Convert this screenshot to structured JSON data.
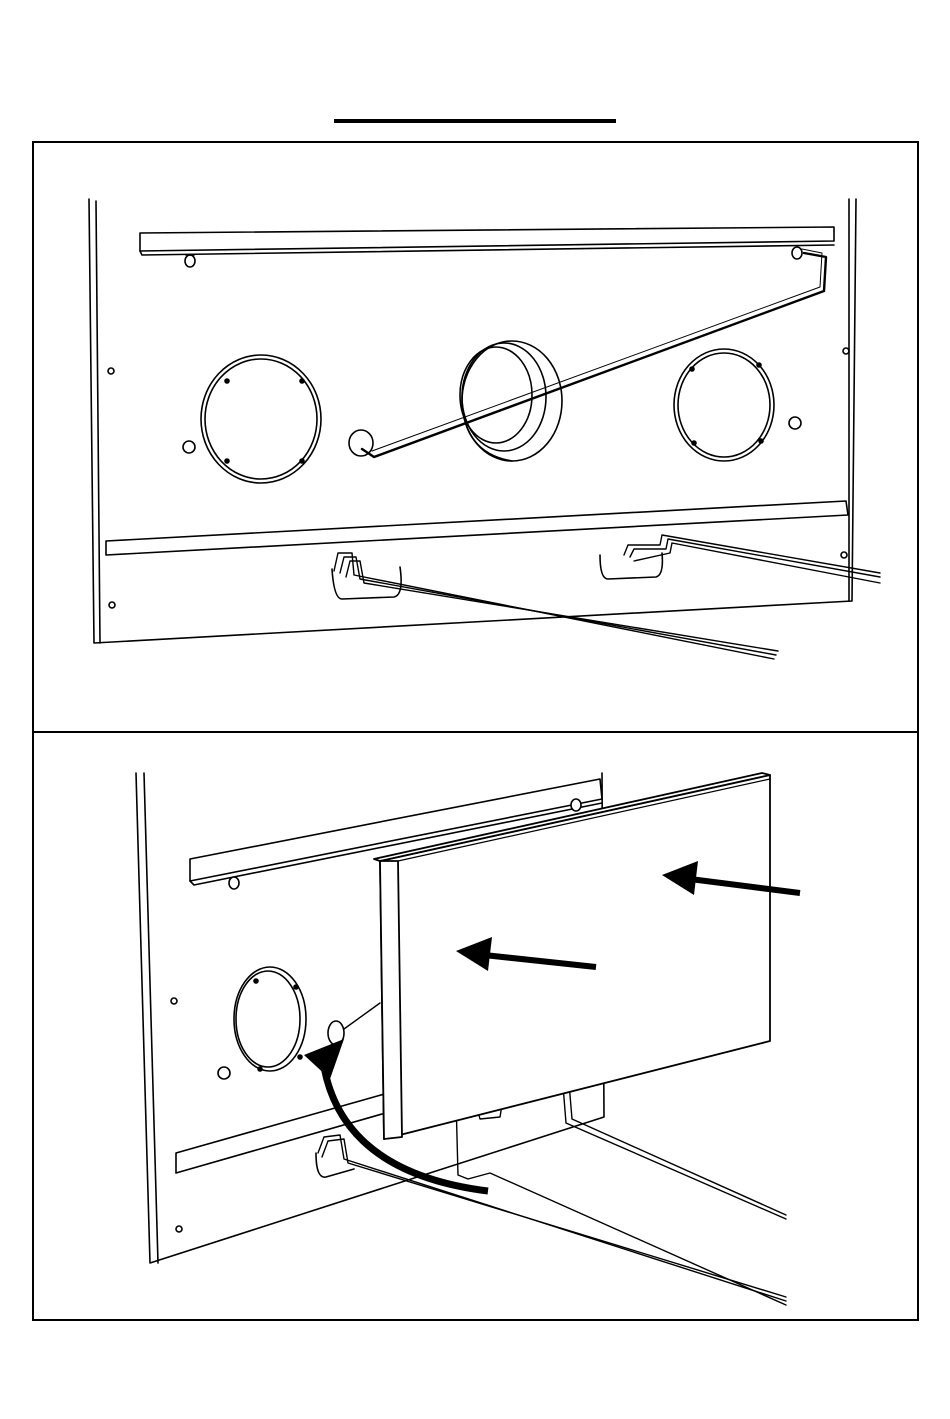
{
  "figure": {
    "step_1": {
      "caption": "",
      "parts": [
        "back-panel",
        "upper-rail",
        "lower-rail",
        "pipe-openings",
        "gas-tubes"
      ]
    },
    "step_2": {
      "caption": "",
      "parts": [
        "heat-shield-panel",
        "insertion-arrows",
        "tube-routing-arrow"
      ]
    },
    "colors": {
      "line": "#000000",
      "fill": "#ffffff",
      "shade": "#e8e8e8"
    }
  }
}
